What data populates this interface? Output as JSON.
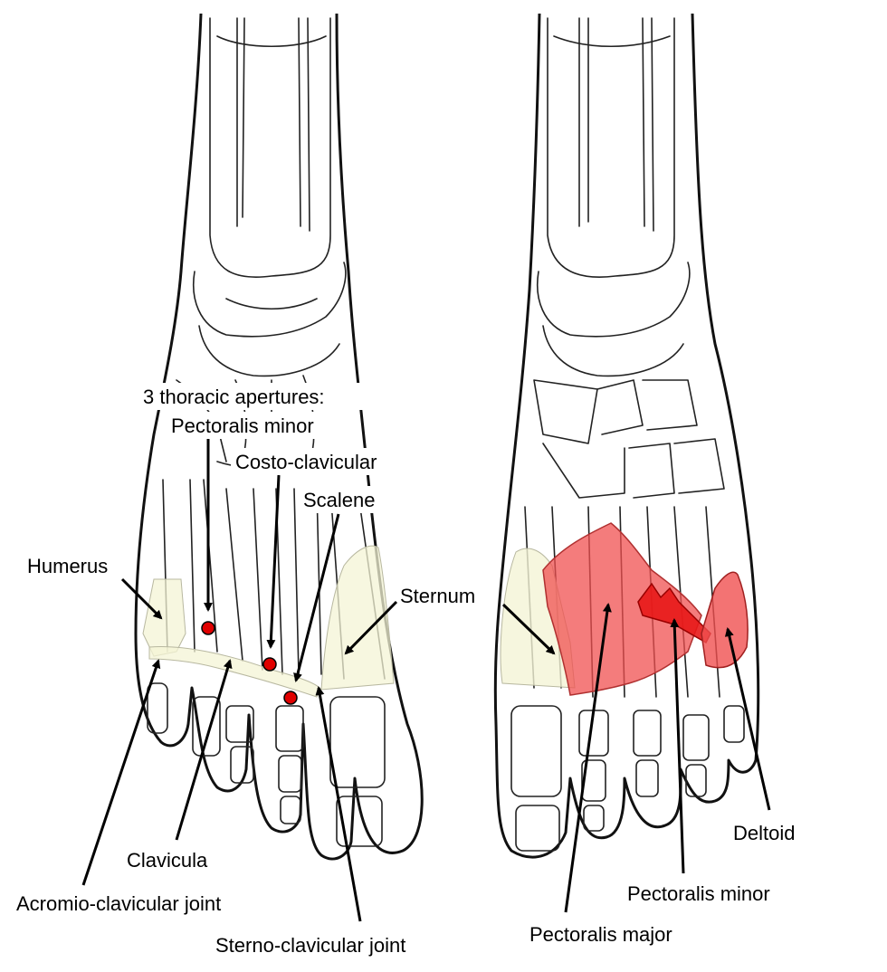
{
  "colors": {
    "marker": "#e00000",
    "muscle": "#f05050",
    "bone_overlay": "#f4f4d6"
  },
  "left_foot": {
    "title": "3 thoracic apertures:",
    "labels": {
      "pectoralis_minor": "Pectoralis minor",
      "costo_clavicular": "Costo-clavicular",
      "scalene": "Scalene",
      "humerus": "Humerus",
      "sternum": "Sternum",
      "clavicula": "Clavicula",
      "acromio_clavicular": "Acromio-clavicular joint",
      "sterno_clavicular": "Sterno-clavicular joint"
    }
  },
  "right_foot": {
    "labels": {
      "deltoid": "Deltoid",
      "pectoralis_minor": "Pectoralis minor",
      "pectoralis_major": "Pectoralis major"
    }
  }
}
